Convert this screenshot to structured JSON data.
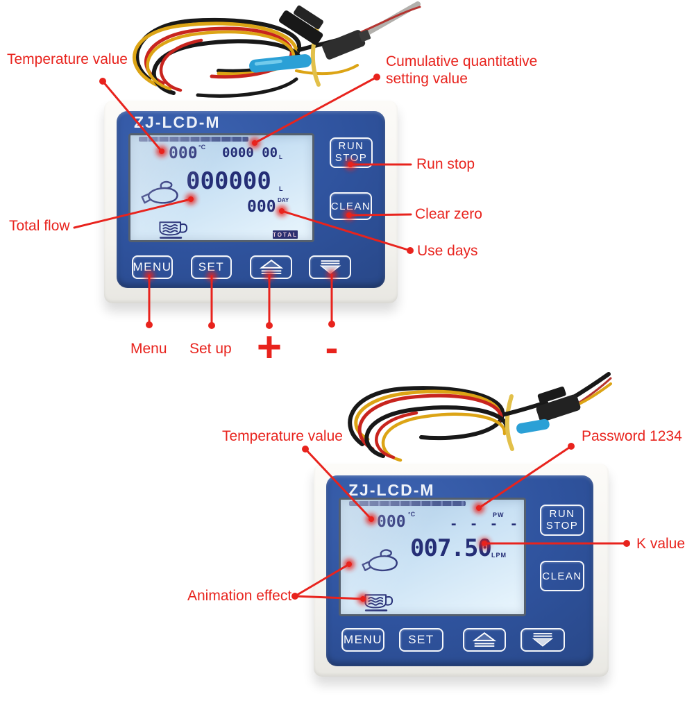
{
  "colors": {
    "annotation_red": "#e8231d",
    "panel_blue": "#2f539e",
    "panel_blue_dark": "#26437f",
    "lcd_ink": "#252e76",
    "casing_white": "#f8f7f3",
    "badge_navy": "#2b2f70",
    "wire_black": "#1a1a1a",
    "wire_red": "#c8241e",
    "wire_yellow": "#dca415",
    "connector_blue": "#2ba0d6"
  },
  "icons": {
    "faucet": "faucet-icon",
    "cup": "cup-icon",
    "arrow_up": "up-arrow-icon",
    "arrow_down": "down-arrow-icon"
  },
  "device_top": {
    "title": "ZJ-LCD-M",
    "lcd": {
      "temp_value": "000",
      "temp_unit": "°C",
      "cumulative_value": "0000 00",
      "cumulative_unit": "L",
      "total_value": "000000",
      "total_unit": "L",
      "days_value": "000",
      "days_unit": "DAY",
      "badge": "TOTAL"
    },
    "buttons": {
      "run": "RUN",
      "stop": "STOP",
      "clean": "CLEAN",
      "menu": "MENU",
      "set": "SET"
    }
  },
  "device_bottom": {
    "title": "ZJ-LCD-M",
    "lcd": {
      "temp_value": "000",
      "temp_unit": "°C",
      "password_value": "- - - -",
      "password_label": "PW",
      "flow_value": "007.50",
      "flow_unit": "LPM"
    },
    "buttons": {
      "run": "RUN",
      "stop": "STOP",
      "clean": "CLEAN",
      "menu": "MENU",
      "set": "SET"
    }
  },
  "annotations": {
    "temperature_top": "Temperature value",
    "cumulative_line1": "Cumulative quantitative",
    "cumulative_line2": "setting value",
    "run_stop": "Run stop",
    "clear_zero": "Clear zero",
    "use_days": "Use days",
    "total_flow": "Total flow",
    "menu": "Menu",
    "set_up": "Set up",
    "plus": "+",
    "minus": "-",
    "temperature_bottom": "Temperature value",
    "password": "Password 1234",
    "k_value": "K value",
    "animation_effect": "Animation effect"
  }
}
